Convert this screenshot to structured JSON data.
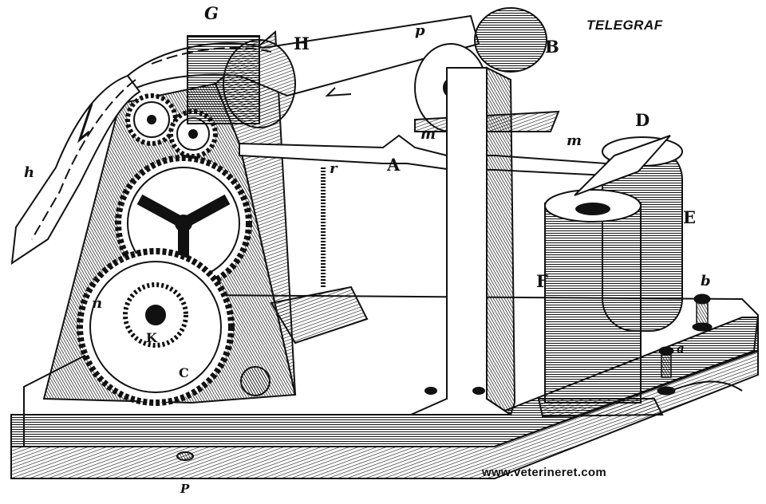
{
  "title": "TELEGRAF",
  "watermark": "www.veterineret.com",
  "labels": {
    "G": "G",
    "H": "H",
    "p": "p",
    "B": "B",
    "D": "D",
    "m_left": "m",
    "m_right": "m",
    "A": "A",
    "r": "r",
    "h": "h",
    "E": "E",
    "F": "F",
    "b": "b",
    "n": "n",
    "K": "K",
    "C": "C",
    "a": "a",
    "P": "P"
  },
  "colors": {
    "ink": "#111111",
    "paper": "#ffffff"
  }
}
